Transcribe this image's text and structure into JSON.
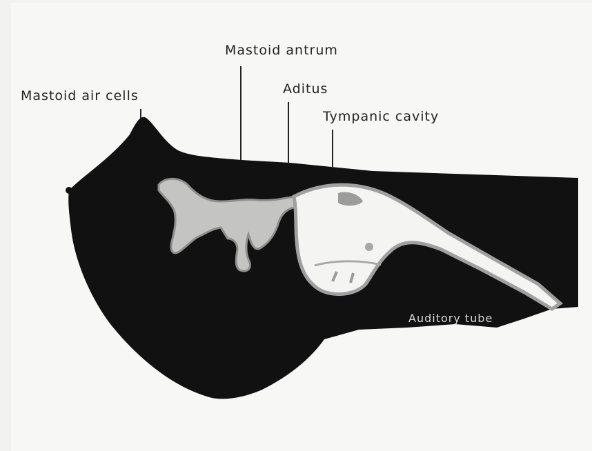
{
  "labels": {
    "mastoid_air_cells": "Mastoid air cells",
    "mastoid_antrum": "Mastoid antrum",
    "aditus": "Aditus",
    "tympanic_cavity": "Tympanic cavity",
    "auditory_tube": "Auditory tube"
  },
  "colors": {
    "background": "#f7f7f5",
    "bone": "#101010",
    "air_space": "#f4f4f2",
    "mucosa_outline": "#9a9a9a",
    "label_text": "#222222"
  }
}
